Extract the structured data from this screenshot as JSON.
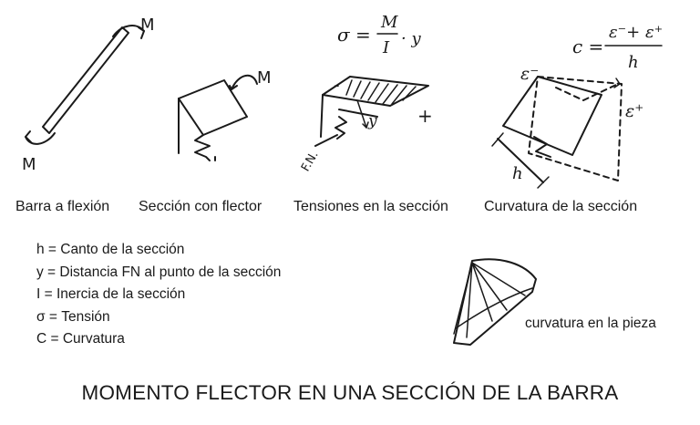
{
  "captions": {
    "bar": "Barra a flexión",
    "section": "Sección con flector",
    "stresses": "Tensiones en la sección",
    "curvature": "Curvatura de la sección"
  },
  "sketch_labels": {
    "moment": "M",
    "stress_formula_lhs": "σ =",
    "stress_formula_num": "M",
    "stress_formula_den": "I",
    "stress_formula_tail": "· y",
    "minus": "-",
    "plus": "+",
    "y": "y",
    "neutral_axis": "F.N.",
    "curv_formula_lhs": "c =",
    "curv_formula_num": "ε⁻+ ε⁺",
    "curv_formula_den": "h",
    "eps_minus": "ε⁻",
    "eps_plus": "ε⁺",
    "h": "h"
  },
  "legend": [
    "h = Canto de la sección",
    "y = Distancia FN al punto de la sección",
    "I = Inercia de la sección",
    "σ = Tensión",
    "C = Curvatura"
  ],
  "side_note": "curvatura en la pieza",
  "title": "MOMENTO FLECTOR EN UNA SECCIÓN DE LA BARRA"
}
